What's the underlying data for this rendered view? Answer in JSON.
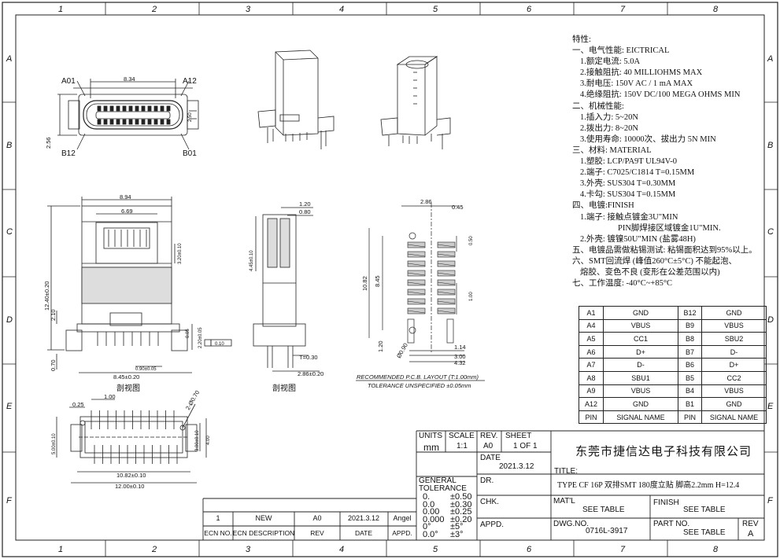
{
  "zones": {
    "top": [
      "1",
      "2",
      "3",
      "4",
      "5",
      "6",
      "7",
      "8"
    ],
    "side": [
      "A",
      "B",
      "C",
      "D",
      "E",
      "F"
    ]
  },
  "drawing": {
    "pin_labels": {
      "a01": "A01",
      "a12": "A12",
      "b12": "B12",
      "b01": "B01"
    },
    "dims": {
      "d834": "8.34",
      "d256": "2.56",
      "d250": "2.50",
      "d894": "8.94",
      "d669": "6.69",
      "d320": "3.20±0.10",
      "d1240": "12.40±0.20",
      "d210": "2.10",
      "d070": "0.70",
      "d090": "0.90±0.05",
      "d845": "8.45±0.20",
      "d005": "0.05",
      "d220": "2.20±0.05",
      "d010": "0.10",
      "d120": "1.20",
      "d080": "0.80",
      "d445": "4.45±0.10",
      "t030": "T=0.30",
      "d286": "2.86±0.20",
      "p286": "2.86",
      "p045": "0.45",
      "p050": "0.50",
      "p100": "1.00",
      "p1082": "10.82",
      "p845": "8.45",
      "p120": "1.20",
      "p114": "1.14",
      "p300": "3.00",
      "p432": "4.32",
      "p090": "Ø0.90",
      "b025": "0.25",
      "b100": "1.00",
      "b070": "2-Ø0.70",
      "b500": "5.00±0.10",
      "b300": "3.00±0.10",
      "b400": "4.00",
      "b1082": "10.82±0.10",
      "b1200": "12.00±0.10"
    },
    "section_label_1": "剖视图",
    "section_label_2": "剖视图",
    "pcb_title": "RECOMMENDED  P.C.B. LAYOUT (T:1.00mm)",
    "pcb_tol": "TOLERANCE  UNSPECIFIED ±0.05mm"
  },
  "specs": [
    {
      "cls": "h",
      "text": "特性:"
    },
    {
      "cls": "h",
      "text": "一、电气性能: EICTRICAL"
    },
    {
      "cls": "i",
      "text": "1.额定电流: 5.0A"
    },
    {
      "cls": "i",
      "text": "2.接触阻抗: 40 MILLIOHMS MAX"
    },
    {
      "cls": "i",
      "text": "3.耐电压: 150V AC / 1 mA MAX"
    },
    {
      "cls": "i",
      "text": "4.绝缘阻抗: 150V DC/100 MEGA OHMS MIN"
    },
    {
      "cls": "h",
      "text": "二、机械性能:"
    },
    {
      "cls": "i",
      "text": "1.插入力: 5~20N"
    },
    {
      "cls": "i",
      "text": "2.拨出力: 8~20N"
    },
    {
      "cls": "i",
      "text": "3.使用寿命: 10000次、拔出力 5N MIN"
    },
    {
      "cls": "h",
      "text": "三、材料: MATERIAL"
    },
    {
      "cls": "i",
      "text": "1.塑胶: LCP/PA9T UL94V-0"
    },
    {
      "cls": "i",
      "text": "2.端子: C7025/C1814 T=0.15MM"
    },
    {
      "cls": "i",
      "text": "3.外壳: SUS304 T=0.30MM"
    },
    {
      "cls": "i",
      "text": "4.卡勾: SUS304 T=0.15MM"
    },
    {
      "cls": "h",
      "text": "四、电镀:FINISH"
    },
    {
      "cls": "i",
      "text": "1.端子: 接触点镀金3U\"MIN"
    },
    {
      "cls": "i2",
      "text": "PIN脚焊接区域镀金1U\"MIN."
    },
    {
      "cls": "i",
      "text": "2.外壳: 镀镍50U\"MIN (盐雾48H)"
    },
    {
      "cls": "h",
      "text": "五、电镀品需做粘锡测试: 粘锡面积达到95%以上。"
    },
    {
      "cls": "h",
      "text": "六、SMT回流焊 (峰值260°C±5°C) 不能起泡、"
    },
    {
      "cls": "i",
      "text": "熔胶、变色不良 (变形在公差范围以内)"
    },
    {
      "cls": "h",
      "text": "七、工作温度: -40°C~+85°C"
    }
  ],
  "pin_table": {
    "rows": [
      [
        "A1",
        "GND",
        "B12",
        "GND"
      ],
      [
        "A4",
        "VBUS",
        "B9",
        "VBUS"
      ],
      [
        "A5",
        "CC1",
        "B8",
        "SBU2"
      ],
      [
        "A6",
        "D+",
        "B7",
        "D-"
      ],
      [
        "A7",
        "D-",
        "B6",
        "D+"
      ],
      [
        "A8",
        "SBU1",
        "B5",
        "CC2"
      ],
      [
        "A9",
        "VBUS",
        "B4",
        "VBUS"
      ],
      [
        "A12",
        "GND",
        "B1",
        "GND"
      ]
    ],
    "header": [
      "PIN",
      "SIGNAL NAME",
      "PIN",
      "SIGNAL NAME"
    ]
  },
  "title_block": {
    "units_label": "UNITS",
    "units": "mm",
    "scale_label": "SCALE",
    "scale": "1:1",
    "rev_label": "REV.",
    "rev": "A0",
    "sheet_label": "SHEET",
    "sheet": "1 OF 1",
    "date_label": "DATE",
    "date": "2021.3.12",
    "dr_label": "DR.",
    "chk_label": "CHK.",
    "appd_label": "APPD.",
    "gen_tol_label": "GENERAL\nTOLERANCE",
    "tol_rows": [
      [
        "0.",
        "±0.50"
      ],
      [
        "0.0",
        "±0.30"
      ],
      [
        "0.00",
        "±0.25"
      ],
      [
        "0.000",
        "±0.20"
      ],
      [
        "0°",
        "±5°"
      ],
      [
        "0.0°",
        "±3°"
      ]
    ],
    "company": "东莞市捷信达电子科技有限公司",
    "title_label": "TITLE:",
    "title": "TYPE CF 16P  双排SMT 180度立贴  脚高2.2mm H=12.4",
    "matl_label": "MAT'L",
    "matl": "SEE TABLE",
    "finish_label": "FINISH",
    "finish": "SEE TABLE",
    "dwg_label": "DWG.NO.",
    "dwg": "0716L-3917",
    "part_label": "PART NO.",
    "part": "SEE TABLE",
    "rev2_label": "REV",
    "rev2": "A"
  },
  "revision_table": {
    "row": [
      "1",
      "NEW",
      "A0",
      "2021.3.12",
      "Angel"
    ],
    "header": [
      "ECN NO.",
      "ECN DESCRIPTION",
      "REV",
      "DATE",
      "APPD."
    ]
  }
}
